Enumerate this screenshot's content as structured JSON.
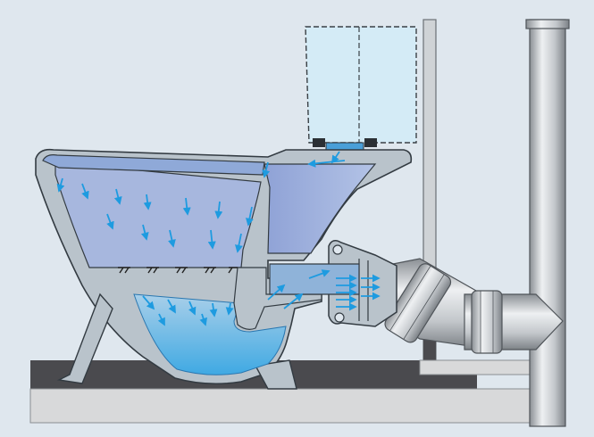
{
  "diagram": {
    "colors": {
      "background": "#dfe7ee",
      "floor_top": "#4a4a4e",
      "floor_base": "#d8d9da",
      "wall": "#cfd3d6",
      "ceramic": "#b9c3cb",
      "ceramic_outline": "#333b42",
      "water_light": "#a9cfe9",
      "water_deep": "#57b4e6",
      "bowl_inner": "#8fa9d8",
      "cistern": "#d4ebf6",
      "pipe_light": "#e6e8ea",
      "pipe_mid": "#b8bcc0",
      "pipe_dark": "#7a7f84",
      "arrow": "#1e9be0"
    },
    "parts": [
      {
        "id": "cistern",
        "icon": "cistern-tank-icon"
      },
      {
        "id": "toilet-bowl",
        "icon": "toilet-bowl-icon"
      },
      {
        "id": "outlet-socket",
        "icon": "outlet-socket-icon"
      },
      {
        "id": "drain-pipe",
        "icon": "drain-pipe-icon"
      },
      {
        "id": "soil-stack",
        "icon": "vertical-stack-icon"
      },
      {
        "id": "flush-arrows",
        "icon": "flow-arrow-icon"
      }
    ]
  }
}
